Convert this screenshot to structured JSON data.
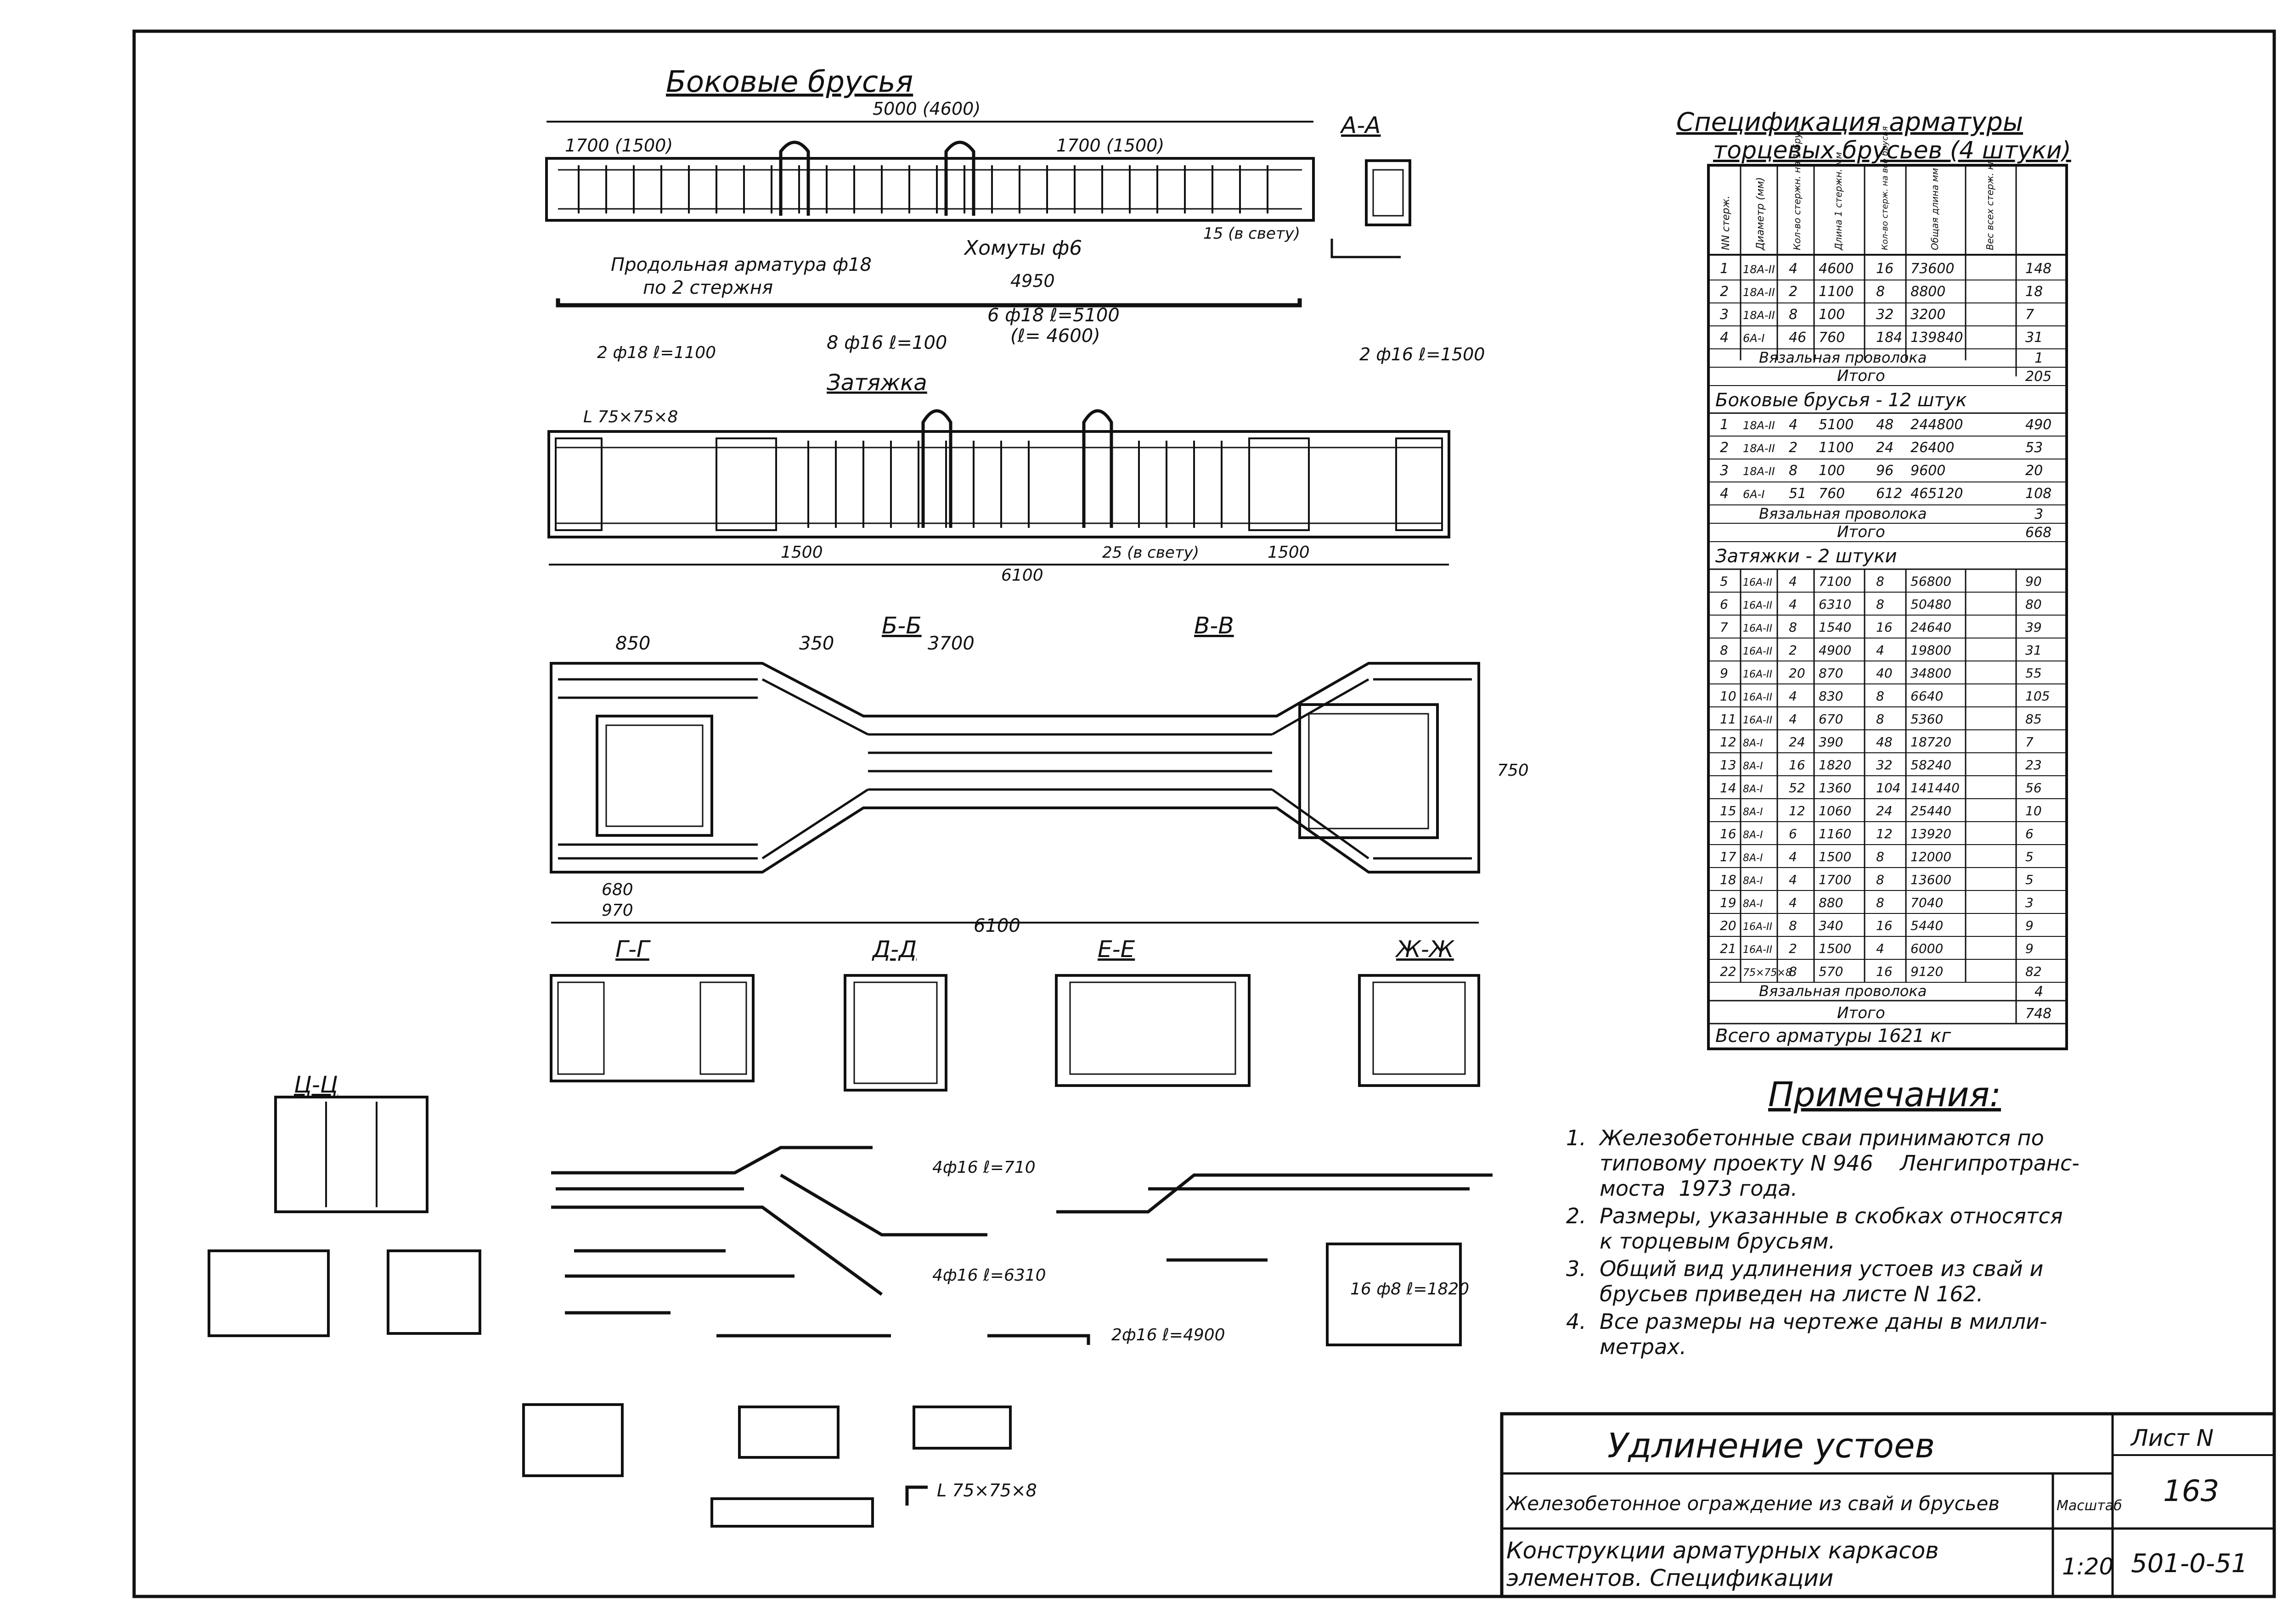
{
  "drawing": {
    "side_beams_title": "Боковые брусья",
    "section_aa": "А-А",
    "section_bb": "Б-Б",
    "section_vv": "В-В",
    "section_gg": "Г-Г",
    "section_dd": "Д-Д",
    "section_ee": "Е-Е",
    "section_zhzh": "Ж-Ж",
    "section_tsts": "Ц-Ц",
    "tie_label": "Затяжка",
    "longitudinal_rebar": "Продольная арматура ф18",
    "longitudinal_rebar_2": "по 2 стержня",
    "stirrups": "Хомуты ф6",
    "dim_5000": "5000 (4600)",
    "dim_1700a": "1700 (1500)",
    "dim_1700b": "1700 (1500)",
    "dim_4950": "4950",
    "dim_6100": "6100",
    "dim_3700": "3700",
    "dim_850": "850",
    "dim_350": "350",
    "dim_680": "680",
    "dim_970": "970",
    "dim_750": "750",
    "dim_1500a": "1500",
    "dim_1500b": "1500",
    "bar_6f18": "6 ф18 ℓ=5100",
    "bar_6f18b": "(ℓ= 4600)",
    "bar_2f18": "2 ф18 ℓ=1100",
    "bar_8f16": "8 ф16 ℓ=100",
    "bar_2f16": "2 ф16 ℓ=1500",
    "bar_4f16a": "4ф16 ℓ=710",
    "bar_4f16b": "4ф16 ℓ=6310",
    "bar_2f16b": "2ф16 ℓ=4900",
    "bar_16f8": "16 ф8 ℓ=1820",
    "angle_label": "L 75×75×8",
    "clear_15": "15 (в свету)",
    "clear_25": "25 (в свету)"
  },
  "spec": {
    "title_line1": "Спецификация арматуры",
    "title_line2": "торцевых брусьев (4 штуки)",
    "headers": [
      "NN стерж.",
      "Диаметр (мм)",
      "Кол-во стержн. на 1 брус",
      "Длина 1 стержн. мм",
      "Кол-во стерж. на все брусья",
      "Общая длина мм",
      "Вес всех стерж. кг"
    ],
    "group1_rows": [
      [
        "1",
        "18А-II",
        "4",
        "4600",
        "16",
        "73600",
        "148"
      ],
      [
        "2",
        "18А-II",
        "2",
        "1100",
        "8",
        "8800",
        "18"
      ],
      [
        "3",
        "18А-II",
        "8",
        "100",
        "32",
        "3200",
        "7"
      ],
      [
        "4",
        "6А-I",
        "46",
        "760",
        "184",
        "139840",
        "31"
      ]
    ],
    "group1_wire": "Вязальная проволока",
    "group1_wire_val": "1",
    "group1_total": "Итого",
    "group1_total_val": "205",
    "group2_title": "Боковые брусья - 12 штук",
    "group2_rows": [
      [
        "1",
        "18А-II",
        "4",
        "5100",
        "48",
        "244800",
        "490"
      ],
      [
        "2",
        "18А-II",
        "2",
        "1100",
        "24",
        "26400",
        "53"
      ],
      [
        "3",
        "18А-II",
        "8",
        "100",
        "96",
        "9600",
        "20"
      ],
      [
        "4",
        "6А-I",
        "51",
        "760",
        "612",
        "465120",
        "108"
      ]
    ],
    "group2_wire": "Вязальная проволока",
    "group2_wire_val": "3",
    "group2_total": "Итого",
    "group2_total_val": "668",
    "group3_title": "Затяжки - 2 штуки",
    "group3_rows": [
      [
        "5",
        "16А-II",
        "4",
        "7100",
        "8",
        "56800",
        "90"
      ],
      [
        "6",
        "16А-II",
        "4",
        "6310",
        "8",
        "50480",
        "80"
      ],
      [
        "7",
        "16А-II",
        "8",
        "1540",
        "16",
        "24640",
        "39"
      ],
      [
        "8",
        "16А-II",
        "2",
        "4900",
        "4",
        "19800",
        "31"
      ],
      [
        "9",
        "16А-II",
        "20",
        "870",
        "40",
        "34800",
        "55"
      ],
      [
        "10",
        "16А-II",
        "4",
        "830",
        "8",
        "6640",
        "105"
      ],
      [
        "11",
        "16А-II",
        "4",
        "670",
        "8",
        "5360",
        "85"
      ],
      [
        "12",
        "8А-I",
        "24",
        "390",
        "48",
        "18720",
        "7"
      ],
      [
        "13",
        "8А-I",
        "16",
        "1820",
        "32",
        "58240",
        "23"
      ],
      [
        "14",
        "8А-I",
        "52",
        "1360",
        "104",
        "141440",
        "56"
      ],
      [
        "15",
        "8А-I",
        "12",
        "1060",
        "24",
        "25440",
        "10"
      ],
      [
        "16",
        "8А-I",
        "6",
        "1160",
        "12",
        "13920",
        "6"
      ],
      [
        "17",
        "8А-I",
        "4",
        "1500",
        "8",
        "12000",
        "5"
      ],
      [
        "18",
        "8А-I",
        "4",
        "1700",
        "8",
        "13600",
        "5"
      ],
      [
        "19",
        "8А-I",
        "4",
        "880",
        "8",
        "7040",
        "3"
      ],
      [
        "20",
        "16А-II",
        "8",
        "340",
        "16",
        "5440",
        "9"
      ],
      [
        "21",
        "16А-II",
        "2",
        "1500",
        "4",
        "6000",
        "9"
      ],
      [
        "22",
        "75×75×8",
        "8",
        "570",
        "16",
        "9120",
        "82"
      ]
    ],
    "group3_wire": "Вязальная проволока",
    "group3_wire_val": "4",
    "group3_total": "Итого",
    "group3_total_val": "748",
    "grand_total": "Всего арматуры   1621 кг"
  },
  "notes": {
    "title": "Примечания:",
    "items": [
      "1.  Железобетонные сваи принимаются по",
      "     типовому проекту N 946    Ленгипротранс-",
      "     моста  1973 года.",
      "2.  Размеры, указанные в скобках относятся",
      "     к торцевым брусьям.",
      "3.  Общий вид удлинения устоев из свай и",
      "     брусьев приведен на листе N 162.",
      "4.  Все размеры на чертеже даны в милли-",
      "     метрах."
    ]
  },
  "title_block": {
    "main_title": "Удлинение устоев",
    "subtitle": "Железобетонное ограждение из свай и брусьев",
    "element_title_1": "Конструкции арматурных каркасов",
    "element_title_2": "элементов.  Спецификации",
    "sheet_label": "Лист N",
    "sheet_number": "163",
    "scale_label": "Масштаб",
    "scale_value": "1:20",
    "project_code": "501-0-51"
  }
}
